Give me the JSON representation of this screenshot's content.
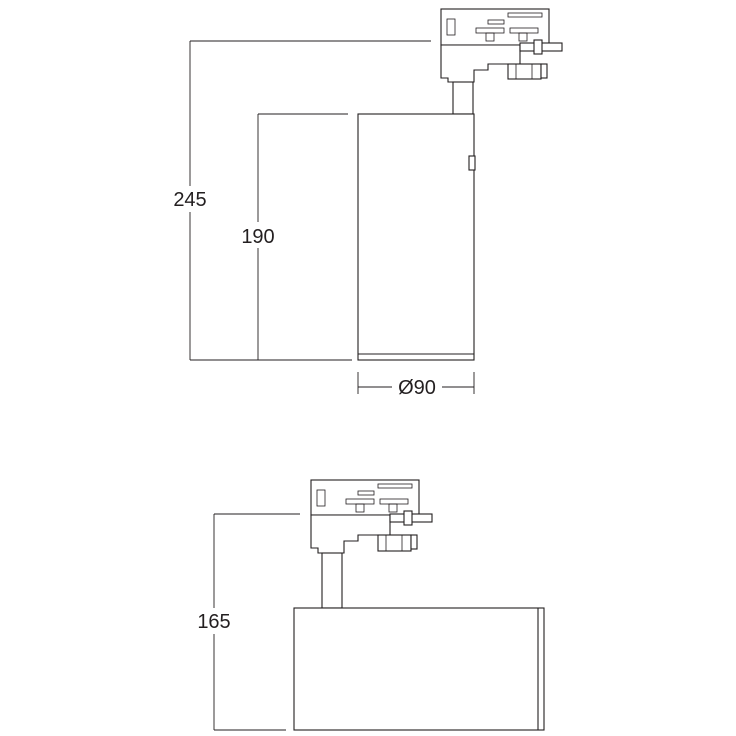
{
  "dimensions": {
    "total_height": "245",
    "body_height": "190",
    "diameter": "Ø90",
    "side_height": "165"
  }
}
